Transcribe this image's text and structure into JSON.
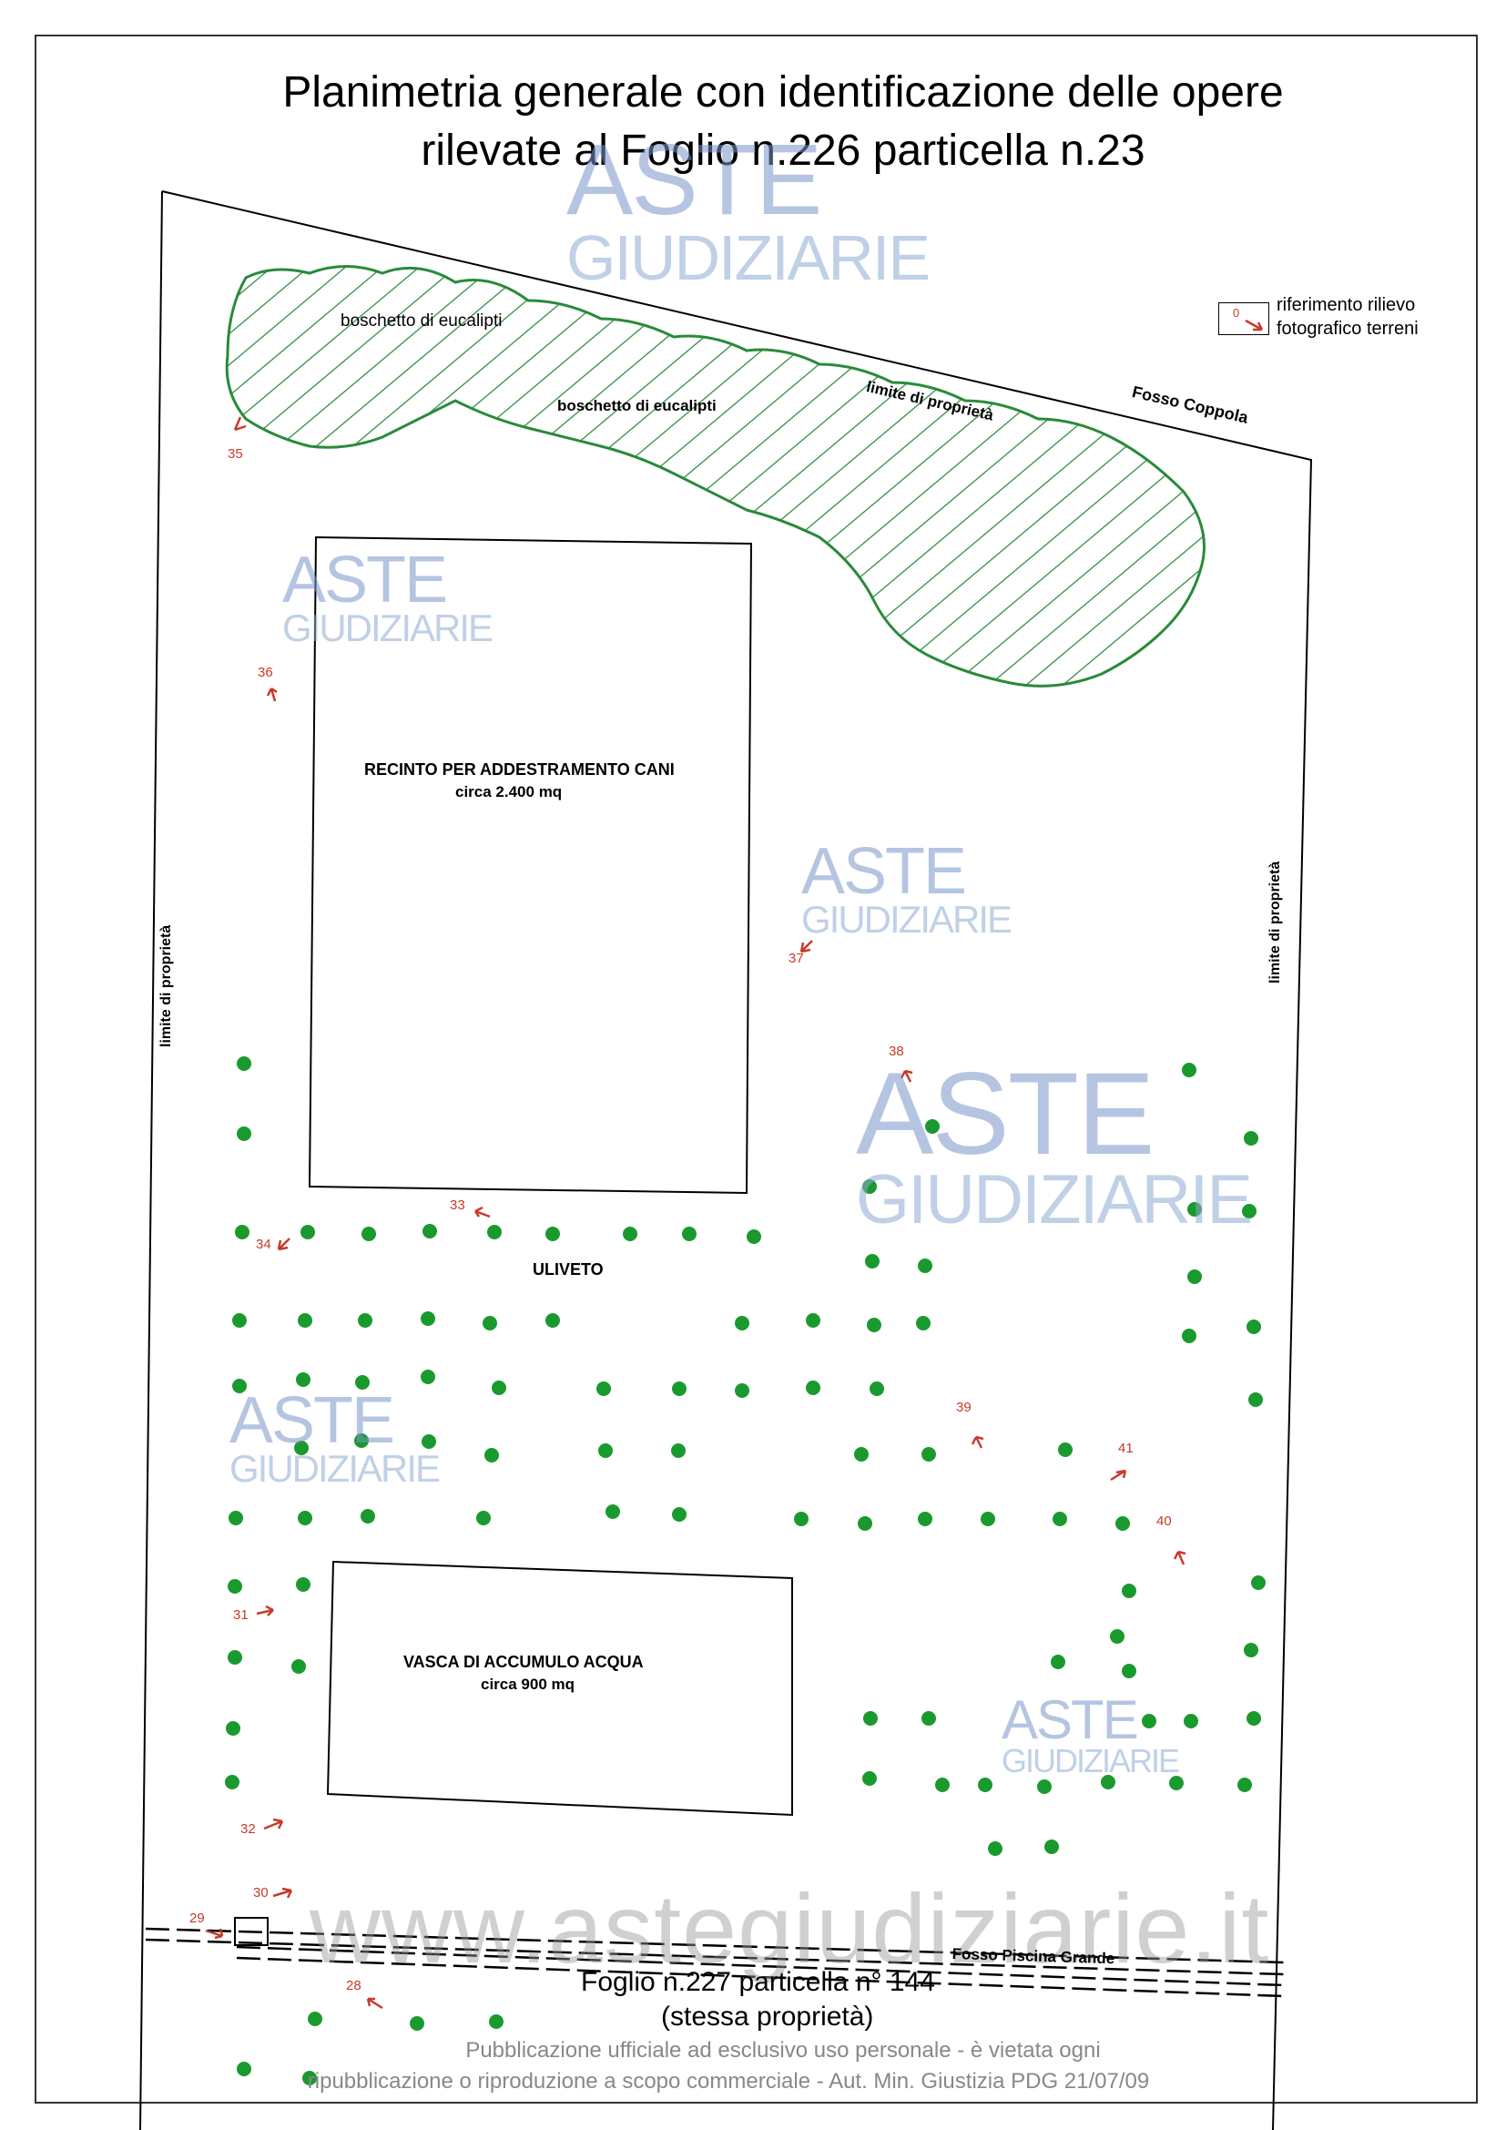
{
  "title": {
    "line1": "Planimetria generale con identificazione delle opere",
    "line2": "rilevate al Foglio n.226 particella n.23"
  },
  "legend": {
    "marker_number": "0",
    "text_line1": "riferimento rilievo",
    "text_line2": "fotografico terreni"
  },
  "labels": {
    "eucalipti_1": "boschetto di eucalipti",
    "eucalipti_2": "boschetto di eucalipti",
    "limite_top": "limite di proprietà",
    "fosso_coppola": "Fosso Coppola",
    "limite_left": "limite di proprietà",
    "limite_right": "limite di proprietà",
    "recinto_title": "RECINTO PER ADDESTRAMENTO CANI",
    "recinto_area": "circa 2.400 mq",
    "uliveto": "ULIVETO",
    "vasca_title": "VASCA DI ACCUMULO ACQUA",
    "vasca_area": "circa 900 mq",
    "fosso_piscina": "Fosso Piscina Grande",
    "foglio_line1": "Foglio n.227 particella n° 144",
    "foglio_line2": "(stessa proprietà)"
  },
  "photo_refs": [
    "35",
    "36",
    "37",
    "38",
    "33",
    "34",
    "39",
    "41",
    "40",
    "31",
    "32",
    "30",
    "29",
    "28"
  ],
  "watermark": {
    "aste": "ASTE",
    "giudiziarie": "GIUDIZIARIE",
    "site": "www.astegiudiziarie.it"
  },
  "footer": {
    "line1": "Pubblicazione ufficiale ad esclusivo uso personale - è vietata ogni",
    "line2": "ripubblicazione o riproduzione a scopo commerciale - Aut. Min. Giustizia PDG 21/07/09"
  },
  "colors": {
    "tree": "#1a9a2e",
    "woods_outline": "#2a8a3a",
    "photo_marker": "#c83a2a",
    "watermark": "#7896c8"
  }
}
